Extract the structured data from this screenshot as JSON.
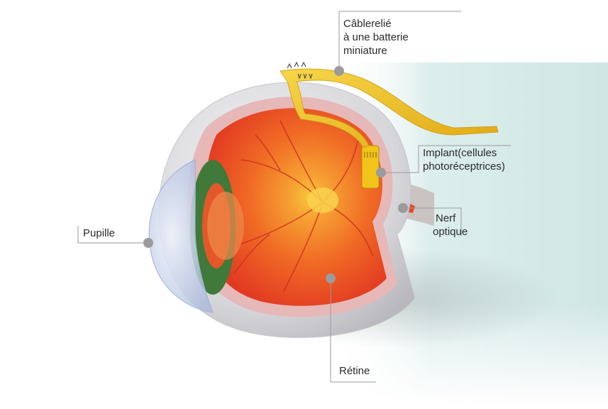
{
  "labels": {
    "cable": {
      "lines": [
        "Câblerelié",
        "à une batterie",
        "miniature"
      ]
    },
    "implant": {
      "lines": [
        "Implant(cellules",
        "photoréceptrices)"
      ]
    },
    "nerf": {
      "lines": [
        "Nerf",
        "optique"
      ]
    },
    "pupille": {
      "lines": [
        "Pupille"
      ]
    },
    "retine": {
      "lines": [
        "Rétine"
      ]
    }
  },
  "colors": {
    "background_tint": "#d8ecea",
    "sclera": "#d9d9dc",
    "retina_orange": "#f05a1e",
    "macula_yellow": "#f6c33a",
    "cable_yellow": "#f2c41a",
    "iris_green": "#3f7a3a",
    "cornea_blue": "#b9c8e6",
    "leader_line": "#9a9a9a",
    "dot": "#9b9b9b"
  }
}
